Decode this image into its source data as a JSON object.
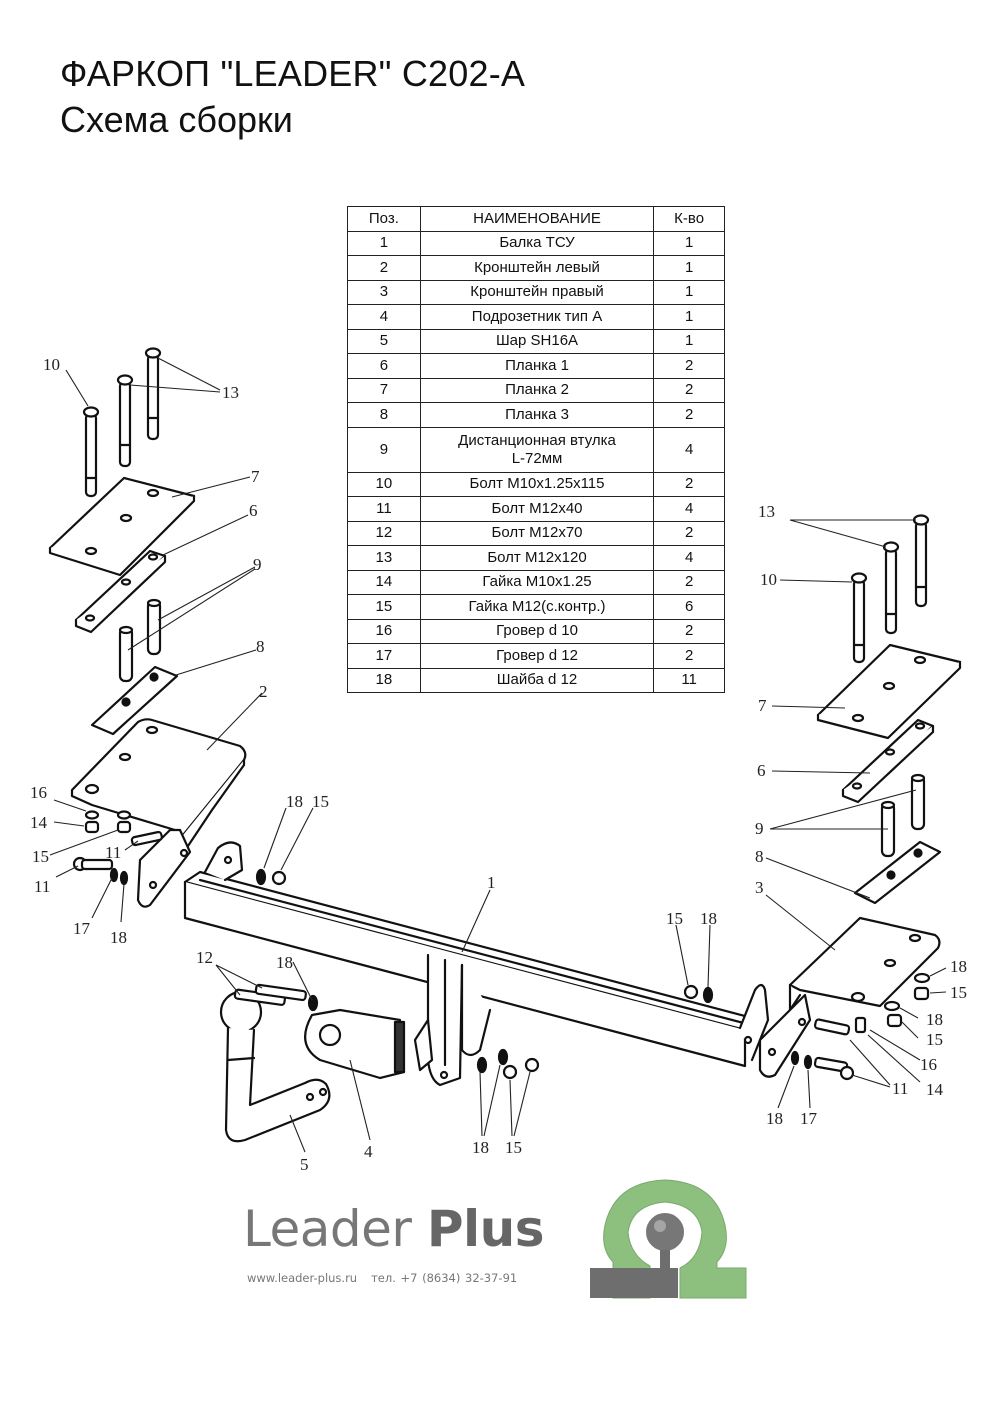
{
  "header": {
    "title": "ФАРКОП \"LEADER\" C202-A",
    "subtitle": "Схема сборки"
  },
  "parts_table": {
    "columns": [
      "Поз.",
      "НАИМЕНОВАНИЕ",
      "К-во"
    ],
    "rows": [
      {
        "pos": "1",
        "name": "Балка ТСУ",
        "qty": "1"
      },
      {
        "pos": "2",
        "name": "Кронштейн левый",
        "qty": "1"
      },
      {
        "pos": "3",
        "name": "Кронштейн правый",
        "qty": "1"
      },
      {
        "pos": "4",
        "name": "Подрозетник тип А",
        "qty": "1"
      },
      {
        "pos": "5",
        "name": "Шар SH16A",
        "qty": "1"
      },
      {
        "pos": "6",
        "name": "Планка 1",
        "qty": "2"
      },
      {
        "pos": "7",
        "name": "Планка 2",
        "qty": "2"
      },
      {
        "pos": "8",
        "name": "Планка 3",
        "qty": "2"
      },
      {
        "pos": "9",
        "name": "Дистанционная втулка",
        "name2": "L-72мм",
        "qty": "4"
      },
      {
        "pos": "10",
        "name": "Болт М10х1.25х115",
        "qty": "2"
      },
      {
        "pos": "11",
        "name": "Болт М12х40",
        "qty": "4"
      },
      {
        "pos": "12",
        "name": "Болт М12х70",
        "qty": "2"
      },
      {
        "pos": "13",
        "name": "Болт М12х120",
        "qty": "4"
      },
      {
        "pos": "14",
        "name": "Гайка  М10х1.25",
        "qty": "2"
      },
      {
        "pos": "15",
        "name": "Гайка М12(с.контр.)",
        "qty": "6"
      },
      {
        "pos": "16",
        "name": "Гровер d 10",
        "qty": "2"
      },
      {
        "pos": "17",
        "name": "Гровер d 12",
        "qty": "2"
      },
      {
        "pos": "18",
        "name": "Шайба d 12",
        "qty": "11"
      }
    ]
  },
  "callouts": {
    "left_top": [
      "10",
      "13",
      "7",
      "6",
      "9",
      "8",
      "2"
    ],
    "left_bottom": [
      "16",
      "14",
      "15",
      "11",
      "11",
      "17",
      "18",
      "18",
      "15"
    ],
    "center": [
      "1",
      "12",
      "18",
      "5",
      "4",
      "18",
      "15",
      "15",
      "18"
    ],
    "right_top": [
      "13",
      "10",
      "7",
      "6",
      "9",
      "8",
      "3"
    ],
    "right_bottom": [
      "18",
      "15",
      "18",
      "15",
      "16",
      "14",
      "11",
      "18",
      "17"
    ]
  },
  "footer": {
    "brand_light": "Leader ",
    "brand_bold": "Plus",
    "website": "www.leader-plus.ru",
    "phone": "тел. +7 (8634) 32-37-91",
    "colors": {
      "logo_green": "#8dc07f",
      "logo_gray": "#6e6e6e",
      "text_gray": "#777777"
    }
  }
}
